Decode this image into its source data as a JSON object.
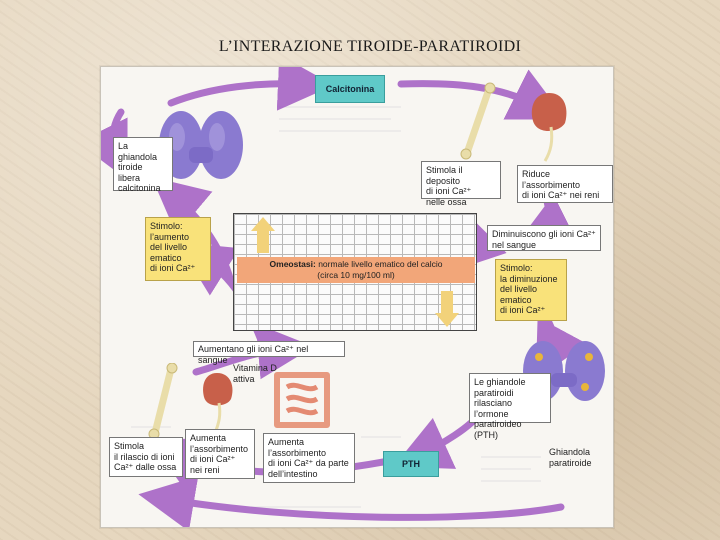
{
  "page": {
    "title": "L’INTERAZIONE TIROIDE-PARATIROIDI"
  },
  "colors": {
    "arrow": "#a25cc3",
    "teal_box": "#5fc9c8",
    "yellow_box": "#f9e27a",
    "homeostasis_band": "#f2a679",
    "thyroid": "#8a7ad0",
    "kidney": "#c8604a",
    "bone": "#e9dda9"
  },
  "icons": [
    "thyroid-gland-icon",
    "bone-icon",
    "kidney-icon",
    "intestine-icon",
    "parathyroid-gland-icon"
  ],
  "diagram": {
    "calcitonina": "Calcitonina",
    "pth": "PTH",
    "thyroid_label": [
      "La ghiandola",
      "tiroide",
      "libera",
      "calcitonina"
    ],
    "stim_high": [
      "Stimolo:",
      "l’aumento",
      "del livello",
      "ematico",
      "di ioni Ca²⁺"
    ],
    "bone_deposit": [
      "Stimola il deposito",
      "di ioni Ca²⁺",
      "nelle ossa"
    ],
    "kidney_reduce": [
      "Riduce",
      "l’assorbimento",
      "di ioni Ca²⁺ nei reni"
    ],
    "decrease_blood": [
      "Diminuiscono gli ioni Ca²⁺",
      "nel sangue"
    ],
    "stim_low": [
      "Stimolo:",
      "la diminuzione",
      "del livello",
      "ematico",
      "di ioni Ca²⁺"
    ],
    "homeostasis_title": "Omeostasi:",
    "homeostasis_text": "normale livello ematico del calcio",
    "homeostasis_sub": "(circa 10 mg/100 ml)",
    "increase_blood": "Aumentano gli ioni Ca²⁺ nel sangue",
    "vitamin_d": [
      "Vitamina D",
      "attiva"
    ],
    "parathyroid_release": [
      "Le ghiandole",
      "paratiroidi",
      "rilasciano l’ormone",
      "paratiroideo (PTH)"
    ],
    "bone_release": [
      "Stimola",
      "il rilascio di ioni",
      "Ca²⁺ dalle ossa"
    ],
    "kidney_increase": [
      "Aumenta",
      "l’assorbimento",
      "di ioni Ca²⁺",
      "nei reni"
    ],
    "intestine_increase": [
      "Aumenta",
      "l’assorbimento",
      "di ioni Ca²⁺ da parte",
      "dell’intestino"
    ],
    "parathyroid_gland": [
      "Ghiandola",
      "paratiroide"
    ]
  }
}
